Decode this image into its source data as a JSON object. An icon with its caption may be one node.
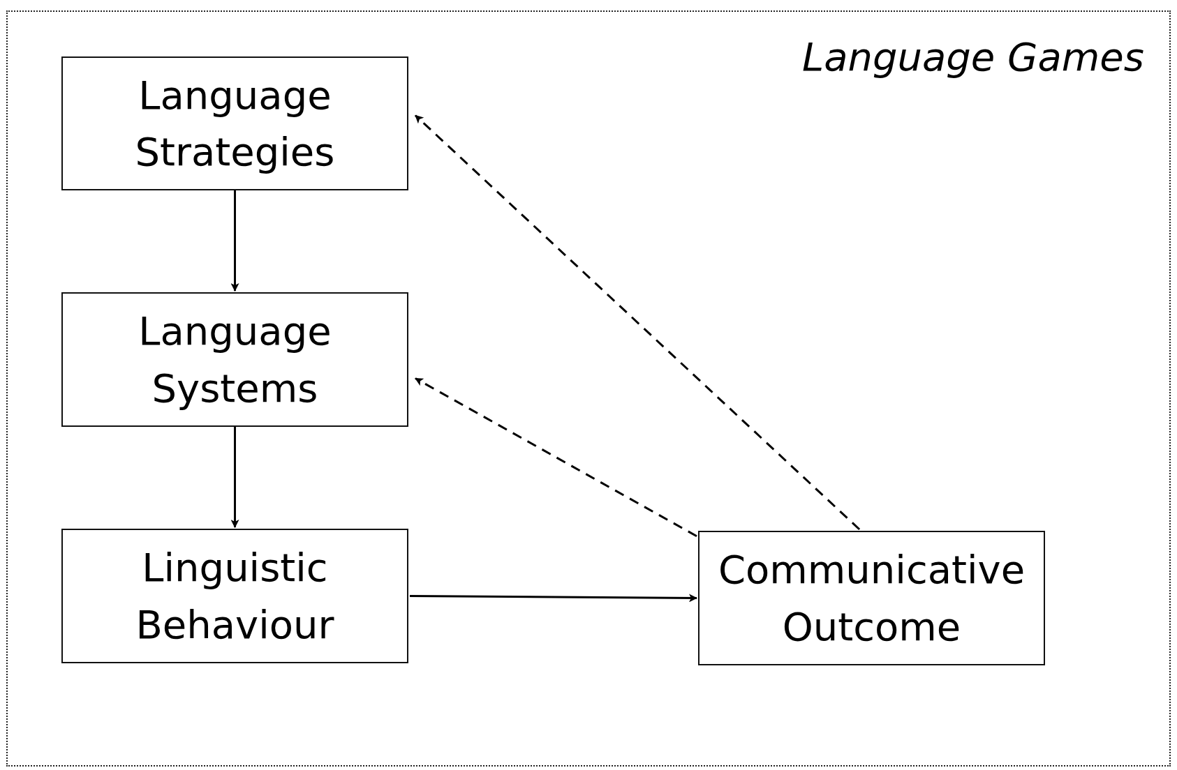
{
  "diagram": {
    "nodes": [
      {
        "text": [
          "Language Games"
        ]
      },
      {
        "text": [
          "Language Strategies"
        ],
        "in": 0
      },
      {
        "text": [
          "Language Systems"
        ],
        "in": 0
      },
      {
        "text": [
          "Linguistic Behaviour"
        ],
        "in": 0
      },
      {
        "text": [
          "Communicative Outcome"
        ],
        "in": 0
      }
    ],
    "edges": [
      {
        "from": 1,
        "to": 2,
        "arrow": "to"
      },
      {
        "from": 2,
        "to": 3,
        "arrow": "to"
      },
      {
        "from": 3,
        "to": 4,
        "arrow": "to"
      },
      {
        "from": 4,
        "to": 1,
        "arrow": "to",
        "style": "dashed"
      },
      {
        "from": 4,
        "to": 2,
        "arrow": "to",
        "style": "dashed"
      }
    ]
  }
}
